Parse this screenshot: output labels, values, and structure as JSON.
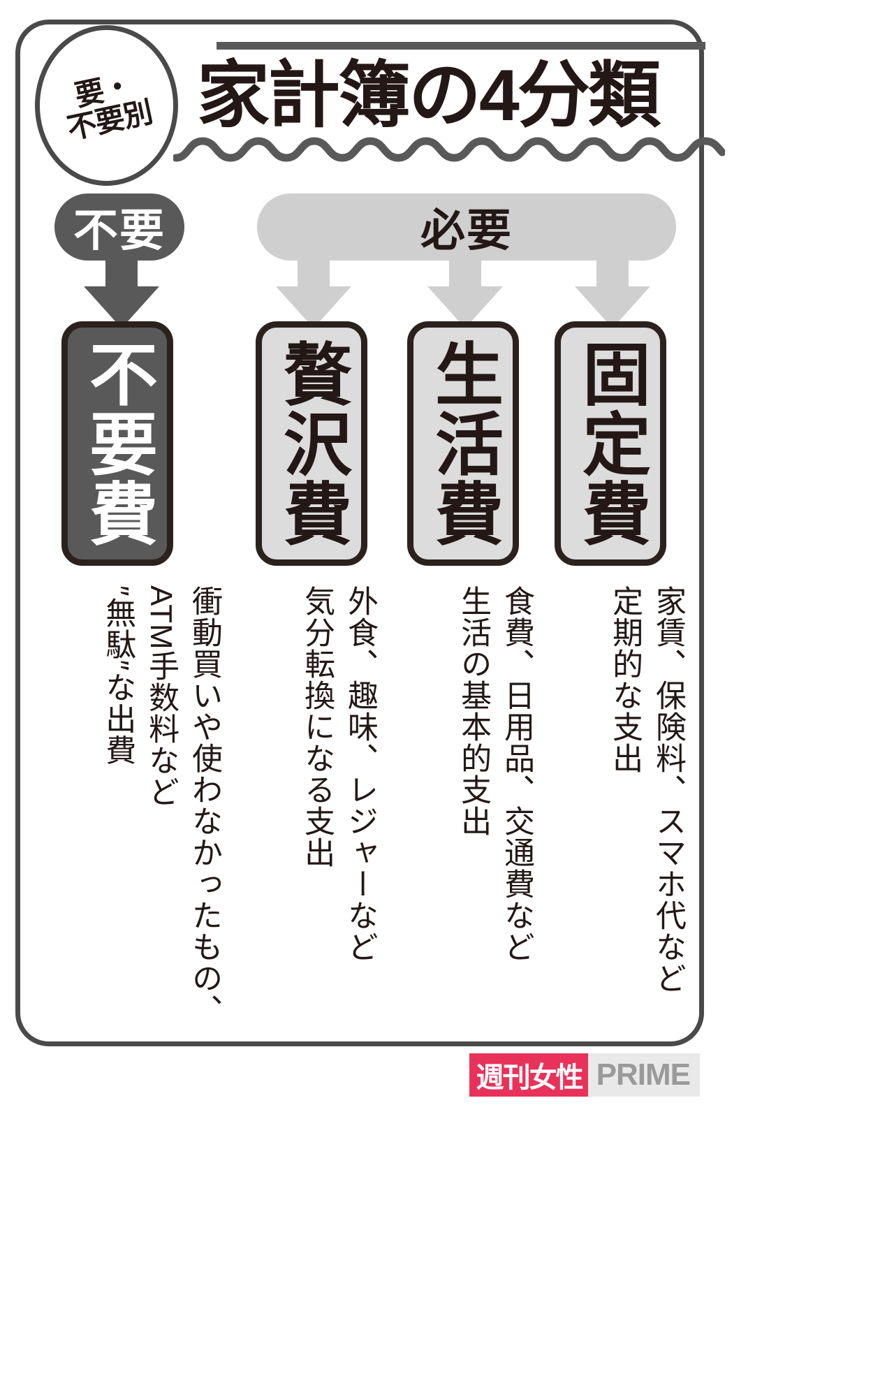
{
  "header": {
    "badge_line1": "要・",
    "badge_line2": "不要別",
    "title": "家計簿の4分類"
  },
  "groups": [
    {
      "id": "unneeded",
      "label": "不要",
      "color": "#595959",
      "text_color": "#ffffff"
    },
    {
      "id": "needed",
      "label": "必要",
      "color": "#cfcfcf",
      "text_color": "#231815"
    }
  ],
  "categories": [
    {
      "name": "不要費",
      "group": "不要",
      "box_fill": "#595959",
      "box_text_color": "#ffffff",
      "description_lines": [
        "衝動買いや使わなかったもの、",
        "ATM手数料など",
        "″無駄″な出費"
      ]
    },
    {
      "name": "贅沢費",
      "group": "必要",
      "box_fill": "#dcdcdc",
      "box_text_color": "#231815",
      "description_lines": [
        "外食、趣味、レジャーなど",
        "気分転換になる支出"
      ]
    },
    {
      "name": "生活費",
      "group": "必要",
      "box_fill": "#dcdcdc",
      "box_text_color": "#231815",
      "description_lines": [
        "食費、日用品、交通費など",
        "生活の基本的支出"
      ]
    },
    {
      "name": "固定費",
      "group": "必要",
      "box_fill": "#dcdcdc",
      "box_text_color": "#231815",
      "description_lines": [
        "家賃、保険料、スマホ代など",
        "定期的な支出"
      ]
    }
  ],
  "watermark": {
    "jp": "週刊女性",
    "en": "PRIME",
    "jp_bg": "#e8325a",
    "en_bg": "#e9e9e9"
  }
}
